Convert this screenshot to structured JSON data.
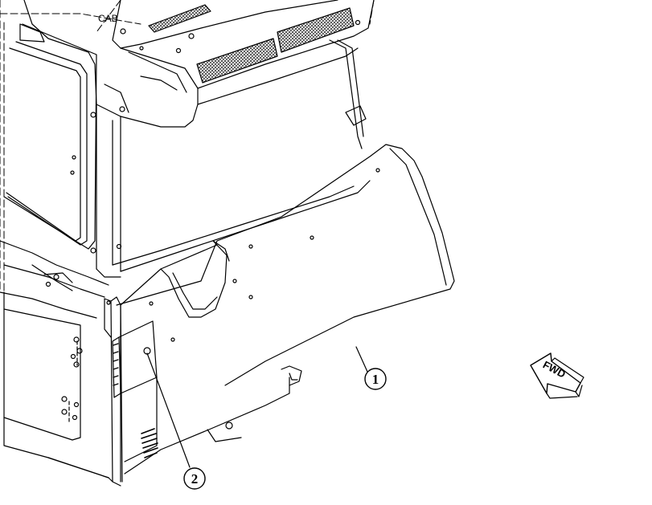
{
  "diagram": {
    "labels": {
      "cab": "CAB",
      "forward": "FWD"
    },
    "callouts": [
      {
        "number": "1"
      },
      {
        "number": "2"
      }
    ],
    "colors": {
      "line": "#000000",
      "background": "#ffffff",
      "grille": "#333333"
    }
  }
}
